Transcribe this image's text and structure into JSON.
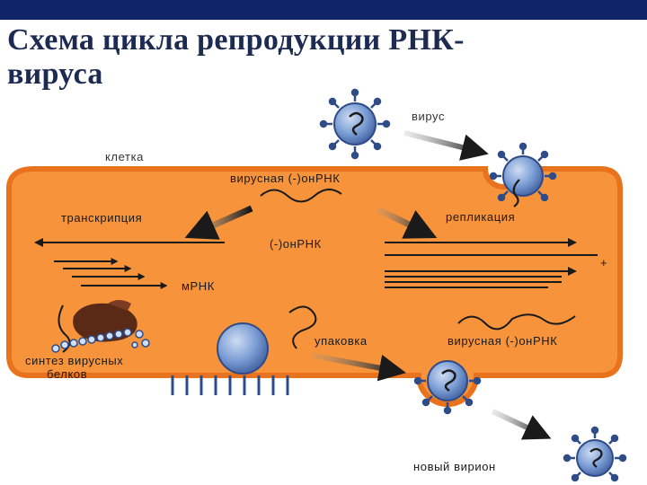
{
  "title": {
    "line1": "Схема цикла репродукции РНК-",
    "line2": "вируса"
  },
  "labels": {
    "virus": "вирус",
    "cell": "клетка",
    "viral_rna_top": "вирусная (-)онРНК",
    "transcription": "транскрипция",
    "replication": "репликация",
    "minus_rna": "(-)онРНК",
    "plus_sign": "+",
    "mrna": "мРНК",
    "protein_synthesis_1": "синтез вирусных",
    "protein_synthesis_2": "белков",
    "packaging": "упаковка",
    "viral_rna_bottom": "вирусная (-)онРНК",
    "new_virion": "новый вирион"
  },
  "colors": {
    "topbar": "#10246a",
    "title": "#1d2a52",
    "cell_fill": "#f7943b",
    "cell_border": "#e8731c",
    "virus_core": "#7d9fd6",
    "virus_edge": "#2f4c89",
    "spike": "#2f4c89",
    "ribosome": "#5a2a16"
  }
}
